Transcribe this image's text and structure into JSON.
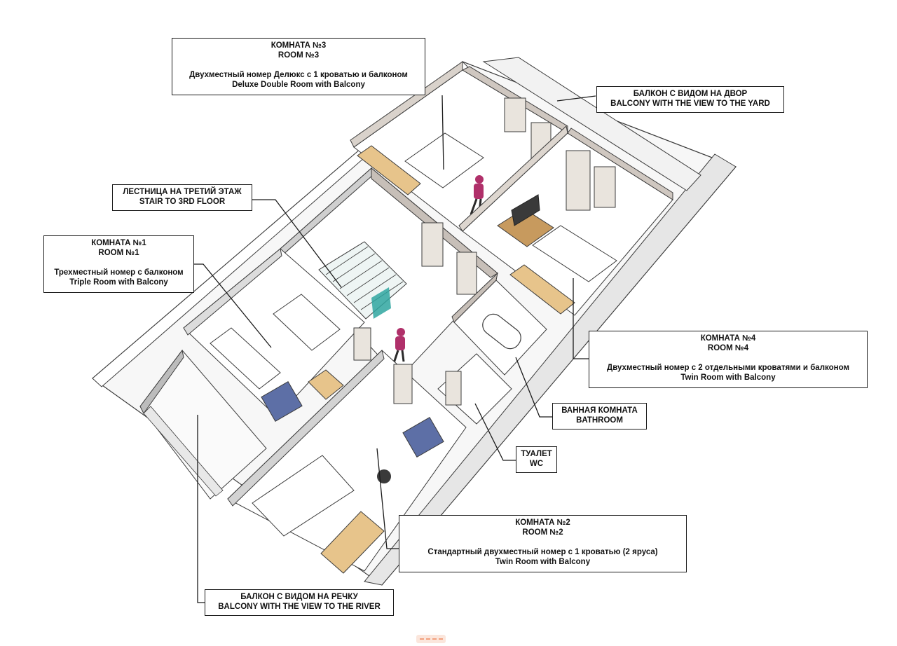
{
  "colors": {
    "wall_top": "#ffffff",
    "wall_edge": "#3b3b3b",
    "wall_side": "#c9c9c9",
    "floor": "#ffffff",
    "inner_wall": "#cfc7c0",
    "wood": "#e7c48b",
    "sofa": "#5d6fa6",
    "person": "#b0306a",
    "stair_glass": "#2fa6a0",
    "leader": "#1a1a1a"
  },
  "callouts": {
    "room3": {
      "title_ru": "КОМНАТА №3",
      "title_en": "ROOM №3",
      "desc_ru": "Двухместный номер Делюкс с 1 кроватью и балконом",
      "desc_en": "Deluxe Double Room with Balcony"
    },
    "yard_balcony": {
      "ru": "БАЛКОН С ВИДОМ НА ДВОР",
      "en": "BALCONY WITH THE VIEW TO THE YARD"
    },
    "stair": {
      "ru": "ЛЕСТНИЦА НА ТРЕТИЙ ЭТАЖ",
      "en": "STAIR TO 3RD FLOOR"
    },
    "room1": {
      "title_ru": "КОМНАТА №1",
      "title_en": "ROOM №1",
      "desc_ru": "Трехместный номер с балконом",
      "desc_en": "Triple Room with Balcony"
    },
    "room4": {
      "title_ru": "КОМНАТА №4",
      "title_en": "ROOM №4",
      "desc_ru": "Двухместный номер с 2 отдельными кроватями и балконом",
      "desc_en": "Twin Room with Balcony"
    },
    "bathroom": {
      "ru": "ВАННАЯ КОМНАТА",
      "en": "BATHROOM"
    },
    "wc": {
      "ru": "ТУАЛЕТ",
      "en": "WC"
    },
    "room2": {
      "title_ru": "КОМНАТА №2",
      "title_en": "ROOM №2",
      "desc_ru": "Стандартный двухместный номер с 1 кроватью (2 яруса)",
      "desc_en": "Twin Room with Balcony"
    },
    "river_balcony": {
      "ru": "БАЛКОН С ВИДОМ НА РЕЧКУ",
      "en": "BALCONY WITH THE VIEW TO THE RIVER"
    }
  }
}
